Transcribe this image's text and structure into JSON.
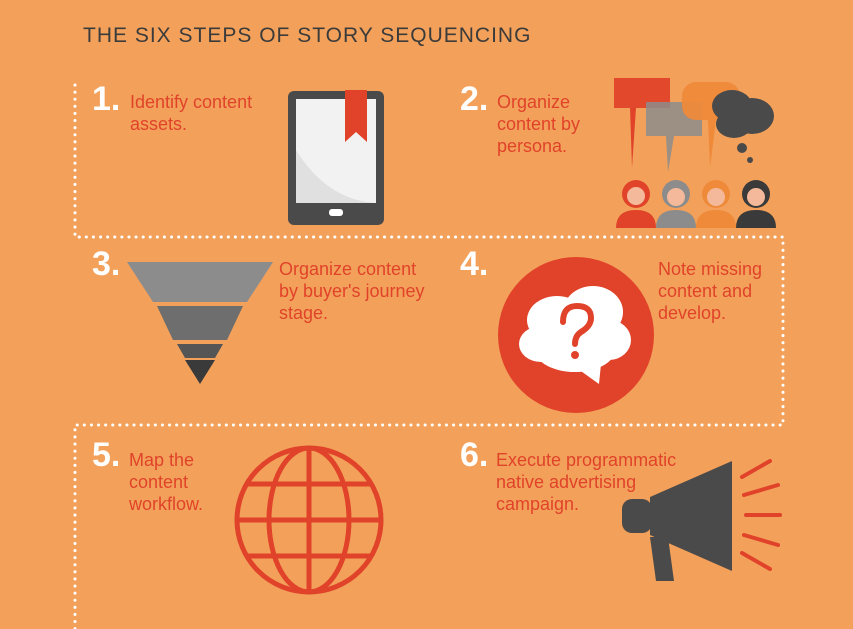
{
  "title": "THE SIX STEPS OF STORY SEQUENCING",
  "steps": [
    {
      "number": "1.",
      "text": "Identify content\nassets.",
      "icon": "tablet-bookmark-icon"
    },
    {
      "number": "2.",
      "text": "Organize\ncontent by\npersona.",
      "icon": "people-speech-bubbles-icon"
    },
    {
      "number": "3.",
      "text": "Organize content\nby buyer's journey\nstage.",
      "icon": "funnel-icon"
    },
    {
      "number": "4.",
      "text": "Note missing\ncontent and\ndevelop.",
      "icon": "question-bubble-icon"
    },
    {
      "number": "5.",
      "text": "Map the\ncontent\nworkflow.",
      "icon": "globe-icon"
    },
    {
      "number": "6.",
      "text": "Execute programmatic\nnative advertising\ncampaign.",
      "icon": "megaphone-icon"
    }
  ],
  "colors": {
    "background": "#F3A15A",
    "accent_red": "#E0432A",
    "dark_gray": "#4A4A4A",
    "mid_gray": "#8C8C8C",
    "white": "#FFFFFF"
  }
}
